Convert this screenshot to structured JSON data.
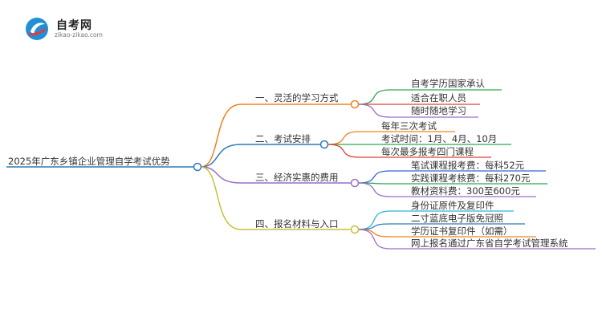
{
  "logo": {
    "title": "自考网",
    "url": "zikao-zikao.com",
    "icon": "zikao-logo-icon"
  },
  "mindmap": {
    "root": "2025年广东乡镇企业管理自学考试优势",
    "branches": [
      {
        "label": "一、灵活的学习方式",
        "color": "#f0831e",
        "children": [
          {
            "label": "自考学历国家承认",
            "color": "#2aa952"
          },
          {
            "label": "适合在职人员",
            "color": "#e0413b"
          },
          {
            "label": "随时随地学习",
            "color": "#9b6fc8"
          }
        ]
      },
      {
        "label": "二、考试安排",
        "color": "#2c7bb6",
        "children": [
          {
            "label": "每年三次考试",
            "color": "#f0831e"
          },
          {
            "label": "考试时间：1月、4月、10月",
            "color": "#2aa952"
          },
          {
            "label": "每次最多报考四门课程",
            "color": "#e0413b"
          }
        ]
      },
      {
        "label": "三、经济实惠的费用",
        "color": "#9b6fc8",
        "children": [
          {
            "label": "笔试课程报考费：每科52元",
            "color": "#3366cc"
          },
          {
            "label": "实践课程考核费：每科270元",
            "color": "#2aa952"
          },
          {
            "label": "教材资料费：300至600元",
            "color": "#9b6fc8"
          }
        ]
      },
      {
        "label": "四、报名材料与入口",
        "color": "#c9c234",
        "children": [
          {
            "label": "身份证原件及复印件",
            "color": "#31b3d4"
          },
          {
            "label": "二寸蓝底电子版免冠照",
            "color": "#2c7bb6"
          },
          {
            "label": "学历证书复印件（如需）",
            "color": "#f0831e"
          },
          {
            "label": "网上报名通过广东省自学考试管理系统",
            "color": "#9b6fc8"
          }
        ]
      }
    ]
  }
}
